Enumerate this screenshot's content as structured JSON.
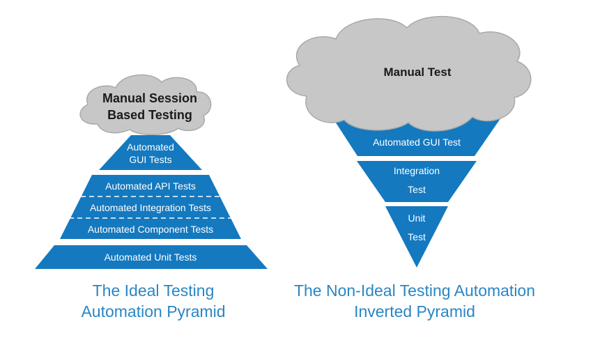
{
  "colors": {
    "tier_blue": "#1479bf",
    "cloud_gray": "#c7c7c7",
    "cloud_stroke": "#a9a9a9",
    "caption_blue": "#2a86c4",
    "tier_text": "#ffffff",
    "cloud_text": "#1a1a1a"
  },
  "ideal_pyramid": {
    "cloud_label": [
      "Manual Session",
      "Based Testing"
    ],
    "tiers": [
      {
        "label": [
          "Automated",
          "GUI Tests"
        ]
      },
      {
        "label": [
          "Automated API Tests"
        ]
      },
      {
        "label": [
          "Automated Integration Tests"
        ]
      },
      {
        "label": [
          "Automated Component Tests"
        ]
      },
      {
        "label": [
          "Automated Unit Tests"
        ]
      }
    ],
    "caption": [
      "The Ideal Testing",
      "Automation Pyramid"
    ]
  },
  "inverted_pyramid": {
    "cloud_label": [
      "Manual Test"
    ],
    "tiers": [
      {
        "label": [
          "Automated GUI Test"
        ]
      },
      {
        "label": [
          "Integration",
          "Test"
        ]
      },
      {
        "label": [
          "Unit",
          "Test"
        ]
      }
    ],
    "caption": [
      "The Non-Ideal Testing Automation",
      "Inverted Pyramid"
    ]
  }
}
